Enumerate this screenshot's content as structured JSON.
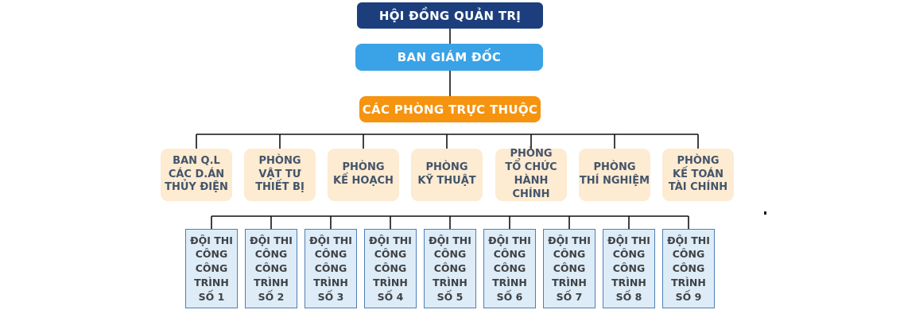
{
  "palette": {
    "navy": "#1c3e7c",
    "sky": "#3aa2e6",
    "orange": "#f6930f",
    "cream": "#fdebd2",
    "team-fill": "#ddecf7",
    "team-border": "#4e7fb5",
    "dept-text": "#44546a",
    "team-text": "#3f4245",
    "line": "#111111"
  },
  "org_chart": {
    "levels": [
      {
        "label": "HỘI ĐỒNG QUẢN TRỊ"
      },
      {
        "label": "BAN GIÁM ĐỐC"
      },
      {
        "label": "CÁC PHÒNG TRỰC THUỘC"
      }
    ],
    "departments": [
      {
        "label": "BAN Q.L\nCÁC D.ÁN\nTHỦY ĐIỆN"
      },
      {
        "label": "PHÒNG\nVẬT TƯ\nTHIẾT BỊ"
      },
      {
        "label": "PHÒNG\nKẾ HOẠCH"
      },
      {
        "label": "PHÒNG\nKỸ THUẬT"
      },
      {
        "label": "PHÒNG\nTỔ CHỨC\nHÀNH CHÍNH"
      },
      {
        "label": "PHÒNG\nTHÍ NGHIỆM"
      },
      {
        "label": "PHÒNG\nKẾ TOÁN\nTÀI CHÍNH"
      }
    ],
    "teams": [
      {
        "label": "ĐỘI THI\nCÔNG\nCÔNG\nTRÌNH\nSỐ 1"
      },
      {
        "label": "ĐỘI THI\nCÔNG\nCÔNG\nTRÌNH\nSỐ 2"
      },
      {
        "label": "ĐỘI THI\nCÔNG\nCÔNG\nTRÌNH\nSỐ 3"
      },
      {
        "label": "ĐỘI THI\nCÔNG\nCÔNG\nTRÌNH\nSỐ 4"
      },
      {
        "label": "ĐỘI THI\nCÔNG\nCÔNG\nTRÌNH\nSỐ 5"
      },
      {
        "label": "ĐỘI THI\nCÔNG\nCÔNG\nTRÌNH\nSỐ 6"
      },
      {
        "label": "ĐỘI THI\nCÔNG\nCÔNG\nTRÌNH\nSỐ 7"
      },
      {
        "label": "ĐỘI THI\nCÔNG\nCÔNG\nTRÌNH\nSỐ 8"
      },
      {
        "label": "ĐỘI THI\nCÔNG\nCÔNG\nTRÌNH\nSỐ 9"
      }
    ]
  }
}
